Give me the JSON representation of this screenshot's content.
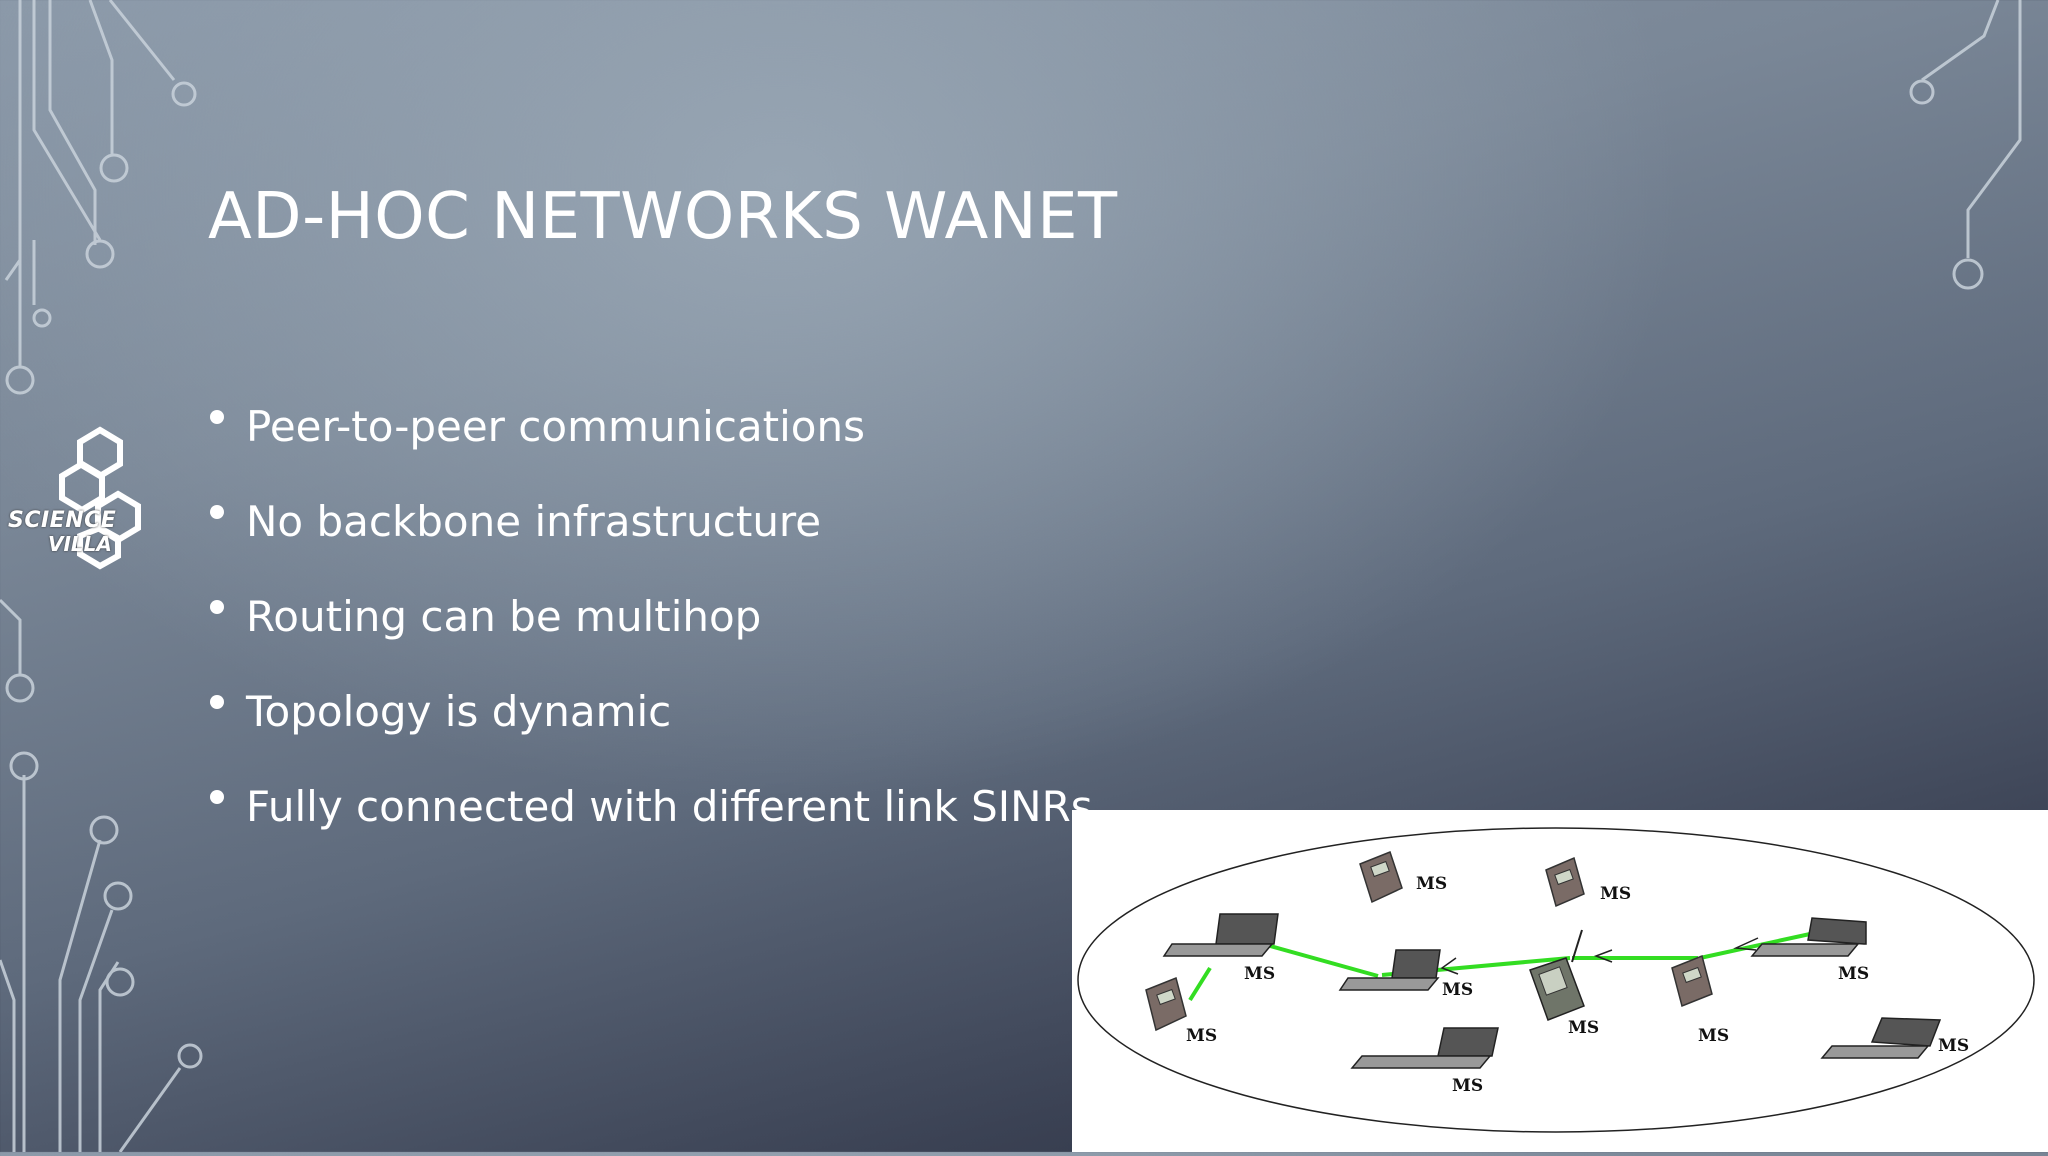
{
  "slide": {
    "title": "AD-HOC NETWORKS WANET",
    "bullets": [
      "Peer-to-peer communications",
      "No backbone infrastructure",
      "Routing can be multihop",
      "Topology is dynamic",
      "Fully connected with different link SINRs"
    ]
  },
  "logo": {
    "line1": "SCIENCE",
    "line2": "VILLA"
  },
  "diagram": {
    "node_label": "MS",
    "link_color": "#33dd22"
  }
}
